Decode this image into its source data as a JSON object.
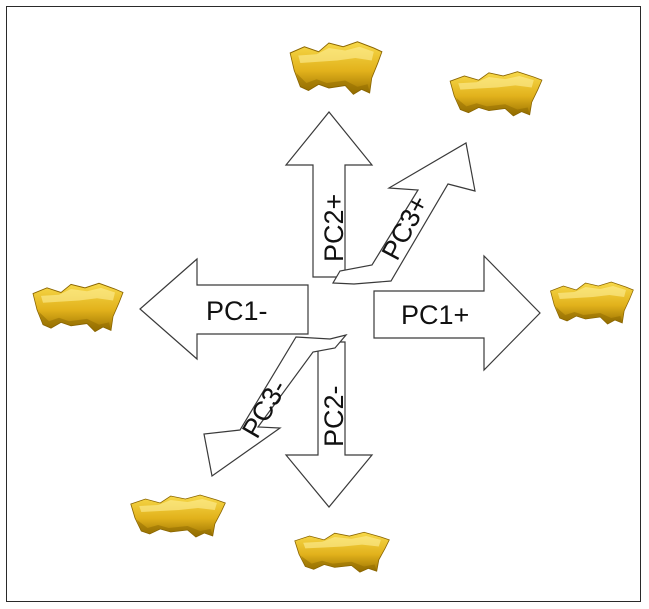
{
  "labels": {
    "pc1_minus": "PC1-",
    "pc1_plus": "PC1+",
    "pc2_plus": "PC2+",
    "pc2_minus": "PC2-",
    "pc3_plus": "PC3+",
    "pc3_minus": "PC3-"
  },
  "colors": {
    "shape_light": "#f7d94a",
    "shape_mid": "#e2b21c",
    "shape_dark": "#9c7300",
    "arrow_fill": "#ffffff",
    "arrow_stroke": "#3a3a3a"
  },
  "icons": {
    "shape": "3d-bone-shape-icon"
  }
}
